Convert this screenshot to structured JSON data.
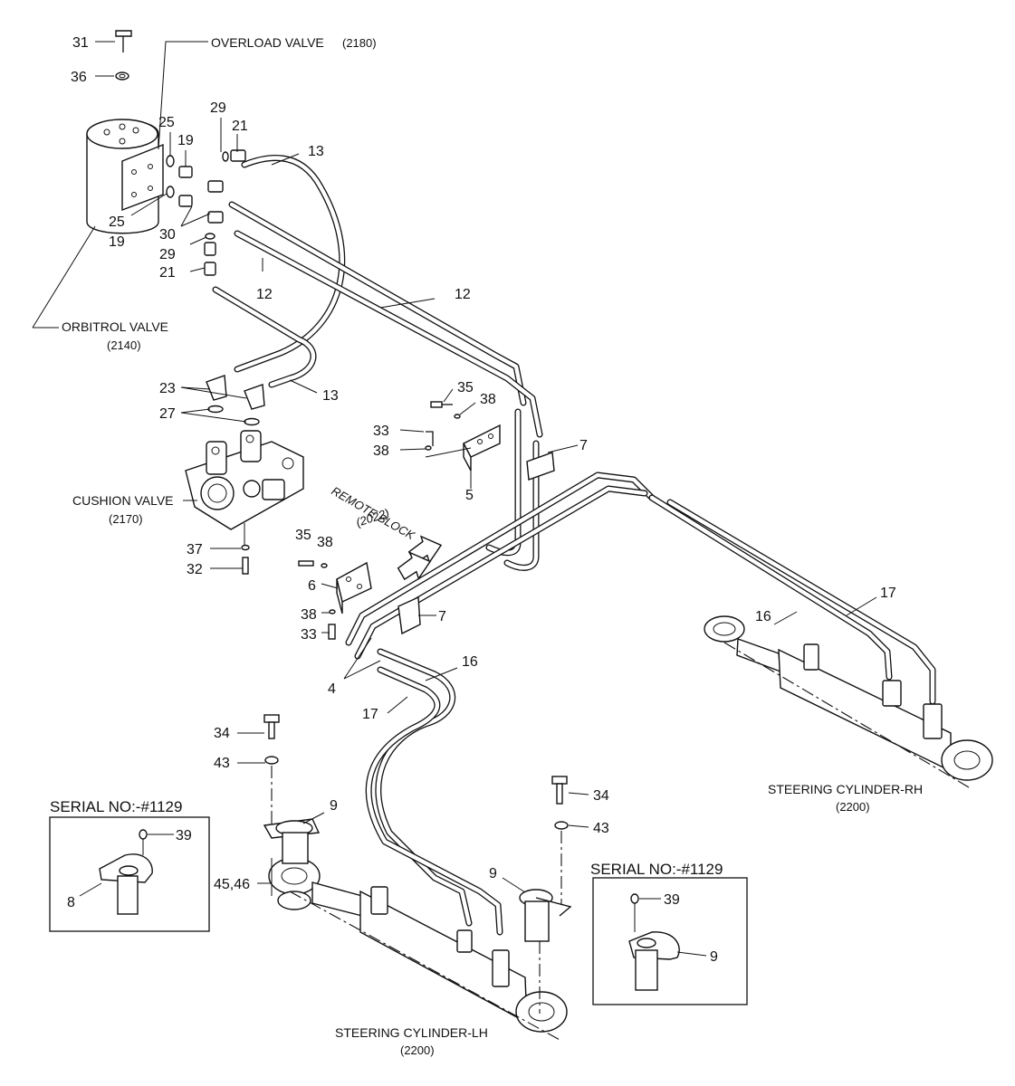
{
  "components": {
    "overload_valve": "OVERLOAD VALVE",
    "overload_valve_ref": "(2180)",
    "orbitrol_valve": "ORBITROL VALVE",
    "orbitrol_valve_ref": "(2140)",
    "cushion_valve": "CUSHION VALVE",
    "cushion_valve_ref": "(2170)",
    "remote_block": "REMOTE BLOCK",
    "remote_block_ref": "(2022)",
    "cylinder_rh": "STEERING CYLINDER-RH",
    "cylinder_rh_ref": "(2200)",
    "cylinder_lh": "STEERING CYLINDER-LH",
    "cylinder_lh_ref": "(2200)"
  },
  "callouts": {
    "p31": "31",
    "p36": "36",
    "p25a": "25",
    "p19a": "19",
    "p29a": "29",
    "p21a": "21",
    "p13a": "13",
    "p25b": "25",
    "p19b": "19",
    "p30": "30",
    "p29b": "29",
    "p21b": "21",
    "p12a": "12",
    "p12b": "12",
    "p23": "23",
    "p13b": "13",
    "p27": "27",
    "p35a": "35",
    "p38a": "38",
    "p33a": "33",
    "p38b": "38",
    "p5": "5",
    "p7a": "7",
    "p37": "37",
    "p32": "32",
    "p35b": "35",
    "p38c": "38",
    "p6": "6",
    "p38d": "38",
    "p33b": "33",
    "p7b": "7",
    "p4": "4",
    "p16a": "16",
    "p17a": "17",
    "p16b": "16",
    "p17b": "17",
    "p34a": "34",
    "p43a": "43",
    "p9a": "9",
    "p4546": "45,46",
    "p34b": "34",
    "p43b": "43",
    "p9b": "9"
  },
  "inset_left": {
    "title": "SERIAL NO:-#1129",
    "p39": "39",
    "p8": "8"
  },
  "inset_right": {
    "title": "SERIAL NO:-#1129",
    "p39": "39",
    "p9": "9"
  }
}
